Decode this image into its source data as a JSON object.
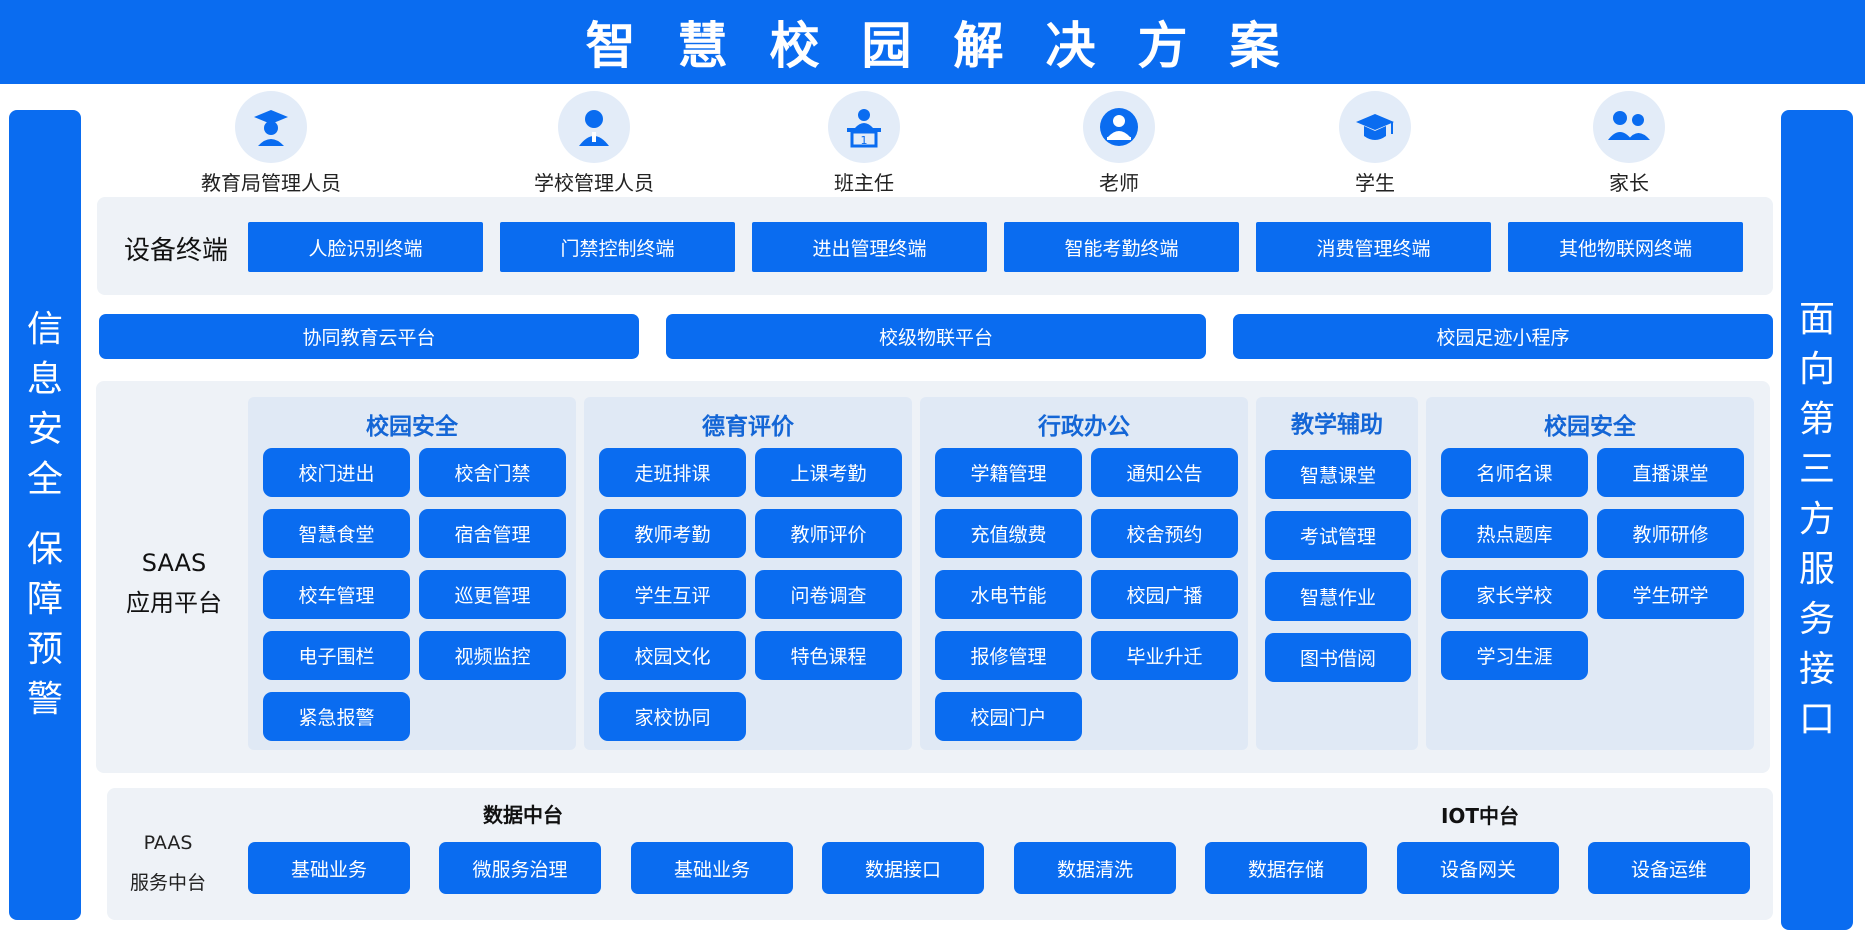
{
  "header": {
    "title": "智慧校园解决方案"
  },
  "left_bar": {
    "lines": [
      "信",
      "息",
      "安",
      "全",
      "",
      "保",
      "障",
      "预",
      "警"
    ]
  },
  "right_bar": {
    "lines": [
      "面",
      "向",
      "第",
      "三",
      "方",
      "服",
      "务",
      "接",
      "口"
    ]
  },
  "roles": [
    {
      "label": "教育局管理人员",
      "icon": "official-cap-icon"
    },
    {
      "label": "学校管理人员",
      "icon": "admin-person-icon"
    },
    {
      "label": "班主任",
      "icon": "head-teacher-icon"
    },
    {
      "label": "老师",
      "icon": "teacher-icon"
    },
    {
      "label": "学生",
      "icon": "graduation-cap-icon"
    },
    {
      "label": "家长",
      "icon": "parents-icon"
    }
  ],
  "devices": {
    "label": "设备终端",
    "items": [
      "人脸识别终端",
      "门禁控制终端",
      "进出管理终端",
      "智能考勤终端",
      "消费管理终端",
      "其他物联网终端"
    ]
  },
  "platforms": [
    "协同教育云平台",
    "校级物联平台",
    "校园足迹小程序"
  ],
  "saas": {
    "label_line1": "SAAS",
    "label_line2": "应用平台",
    "sections": [
      {
        "title": "校园安全",
        "items": [
          "校门进出",
          "校舍门禁",
          "智慧食堂",
          "宿舍管理",
          "校车管理",
          "巡更管理",
          "电子围栏",
          "视频监控",
          "紧急报警"
        ]
      },
      {
        "title": "德育评价",
        "items": [
          "走班排课",
          "上课考勤",
          "教师考勤",
          "教师评价",
          "学生互评",
          "问卷调查",
          "校园文化",
          "特色课程",
          "家校协同"
        ]
      },
      {
        "title": "行政办公",
        "items": [
          "学籍管理",
          "通知公告",
          "充值缴费",
          "校舍预约",
          "水电节能",
          "校园广播",
          "报修管理",
          "毕业升迁",
          "校园门户"
        ]
      },
      {
        "title": "教学辅助",
        "items": [
          "智慧课堂",
          "考试管理",
          "智慧作业",
          "图书借阅"
        ]
      },
      {
        "title": "校园安全",
        "items": [
          "名师名课",
          "直播课堂",
          "热点题库",
          "教师研修",
          "家长学校",
          "学生研学",
          "学习生涯"
        ]
      }
    ]
  },
  "paas": {
    "label_line1": "PAAS",
    "label_line2": "服务中台",
    "group1_title": "数据中台",
    "group2_title": "IOT中台",
    "items": [
      "基础业务",
      "微服务治理",
      "基础业务",
      "数据接口",
      "数据清洗",
      "数据存储",
      "设备网关",
      "设备运维"
    ]
  }
}
